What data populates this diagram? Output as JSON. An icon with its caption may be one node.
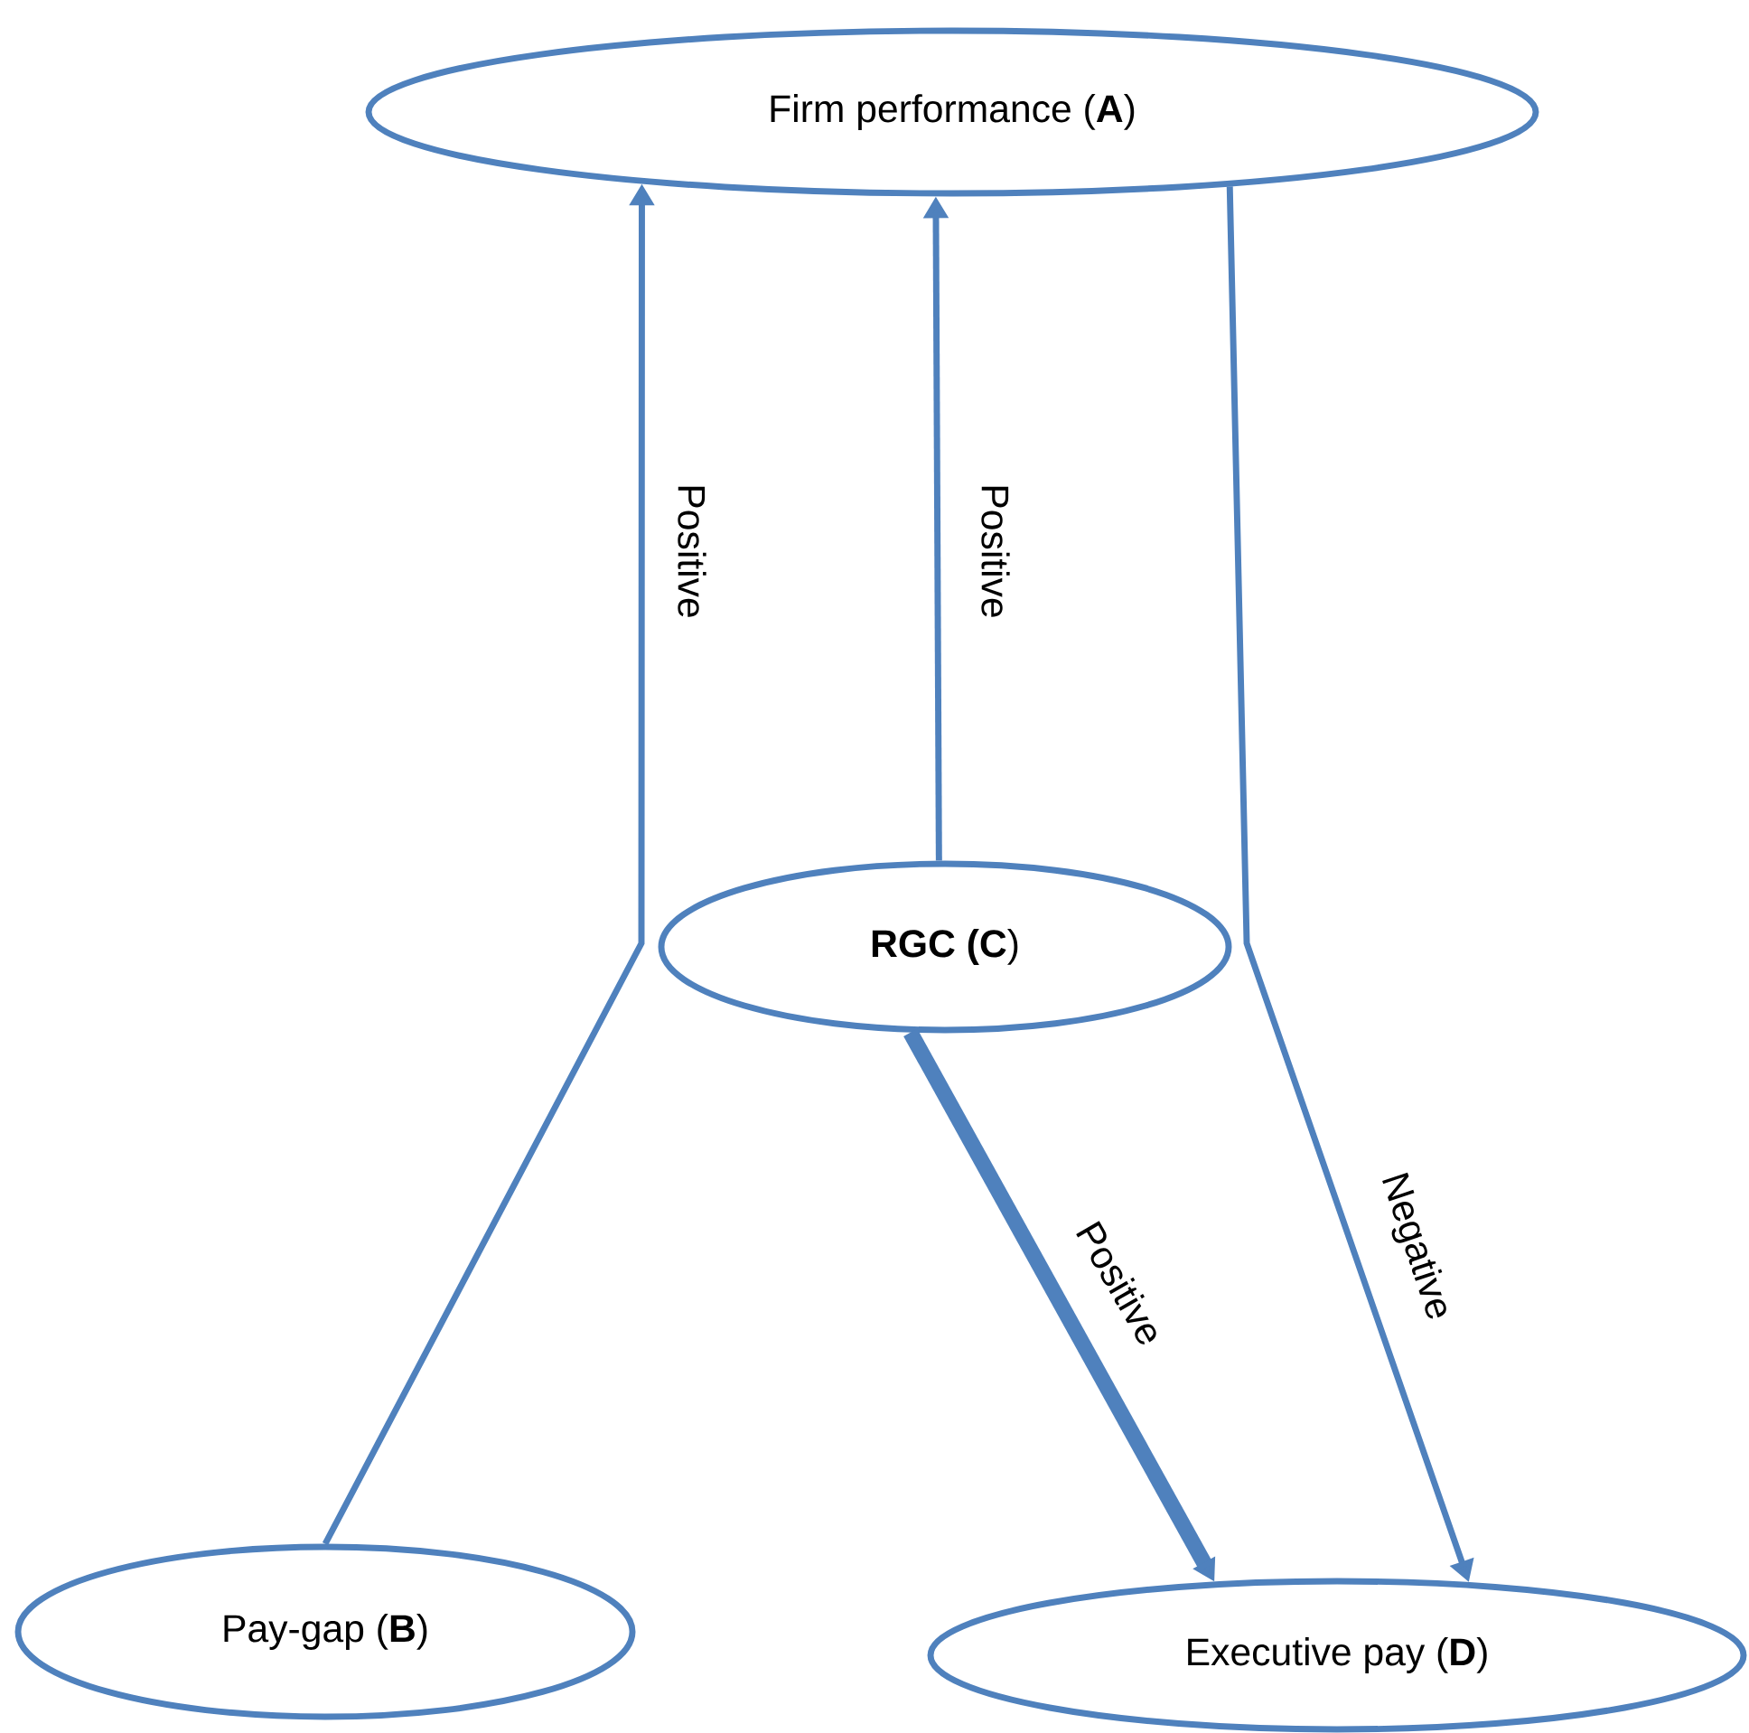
{
  "diagram": {
    "nodes": [
      {
        "text": [
          "Firm performance (**A**)"
        ]
      },
      {
        "text": [
          "Pay-gap (**B**)"
        ]
      },
      {
        "text": [
          "**RGC (C**)"
        ]
      },
      {
        "text": [
          "Executive pay (**D**)"
        ]
      }
    ],
    "edges": [
      {
        "from": 1,
        "to": 0,
        "arrow": "to",
        "label": "Positive"
      },
      {
        "from": 2,
        "to": 0,
        "arrow": "to",
        "label": "Positive"
      },
      {
        "from": 0,
        "to": 3,
        "arrow": "to",
        "label": "Negative"
      },
      {
        "from": 2,
        "to": 3,
        "arrow": "to",
        "label": "Positive",
        "style": "thick"
      }
    ]
  }
}
